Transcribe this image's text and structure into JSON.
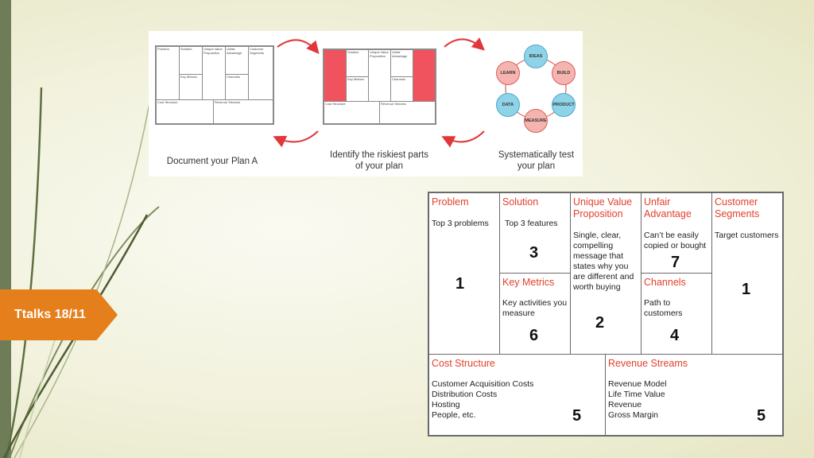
{
  "slide": {
    "tag": "Ttalks 18/11"
  },
  "process": {
    "steps": [
      {
        "caption_line1": "Document your Plan A",
        "caption_line2": ""
      },
      {
        "caption_line1": "Identify the riskiest parts",
        "caption_line2": "of your plan"
      },
      {
        "caption_line1": "Systematically test",
        "caption_line2": "your plan"
      }
    ],
    "mini_canvas": {
      "problem": "Problem",
      "solution": "Solution",
      "uvp": "Unique Value Proposition",
      "unfair": "Unfair Advantage",
      "segments": "Customer Segments",
      "metrics": "Key Metrics",
      "channels": "Channels",
      "cost": "Cost Structure",
      "revenue": "Revenue Streams"
    },
    "cycle": [
      "IDEAS",
      "BUILD",
      "PRODUCT",
      "MEASURE",
      "DATA",
      "LEARN"
    ]
  },
  "canvas": {
    "problem": {
      "title": "Problem",
      "desc": "Top 3 problems",
      "num": "1"
    },
    "solution": {
      "title": "Solution",
      "desc": "Top 3 features",
      "num": "3"
    },
    "uvp": {
      "title_line1": "Unique Value",
      "title_line2": "Proposition",
      "desc": [
        "Single, clear,",
        "compelling",
        "message that",
        "states why you",
        "are different and",
        "worth buying"
      ],
      "num": "2"
    },
    "unfair": {
      "title_line1": "Unfair",
      "title_line2": "Advantage",
      "desc": [
        "Can’t be easily",
        "copied or bought"
      ],
      "num": "7"
    },
    "segments": {
      "title_line1": "Customer",
      "title_line2": "Segments",
      "desc": "Target customers",
      "num": "1"
    },
    "metrics": {
      "title": "Key Metrics",
      "desc": [
        "Key activities you",
        "measure"
      ],
      "num": "6"
    },
    "channels": {
      "title": "Channels",
      "desc": [
        "Path to",
        "customers"
      ],
      "num": "4"
    },
    "cost": {
      "title": "Cost Structure",
      "desc": [
        "Customer Acquisition Costs",
        "Distribution Costs",
        "Hosting",
        "People, etc."
      ],
      "num": "5"
    },
    "revenue": {
      "title": "Revenue Streams",
      "desc": [
        "Revenue Model",
        "Life Time Value",
        "Revenue",
        "Gross Margin"
      ],
      "num": "5"
    }
  },
  "colors": {
    "accent_red": "#e2402d",
    "tag_orange": "#e57f1c",
    "sidebar_green": "#6e7d58"
  }
}
